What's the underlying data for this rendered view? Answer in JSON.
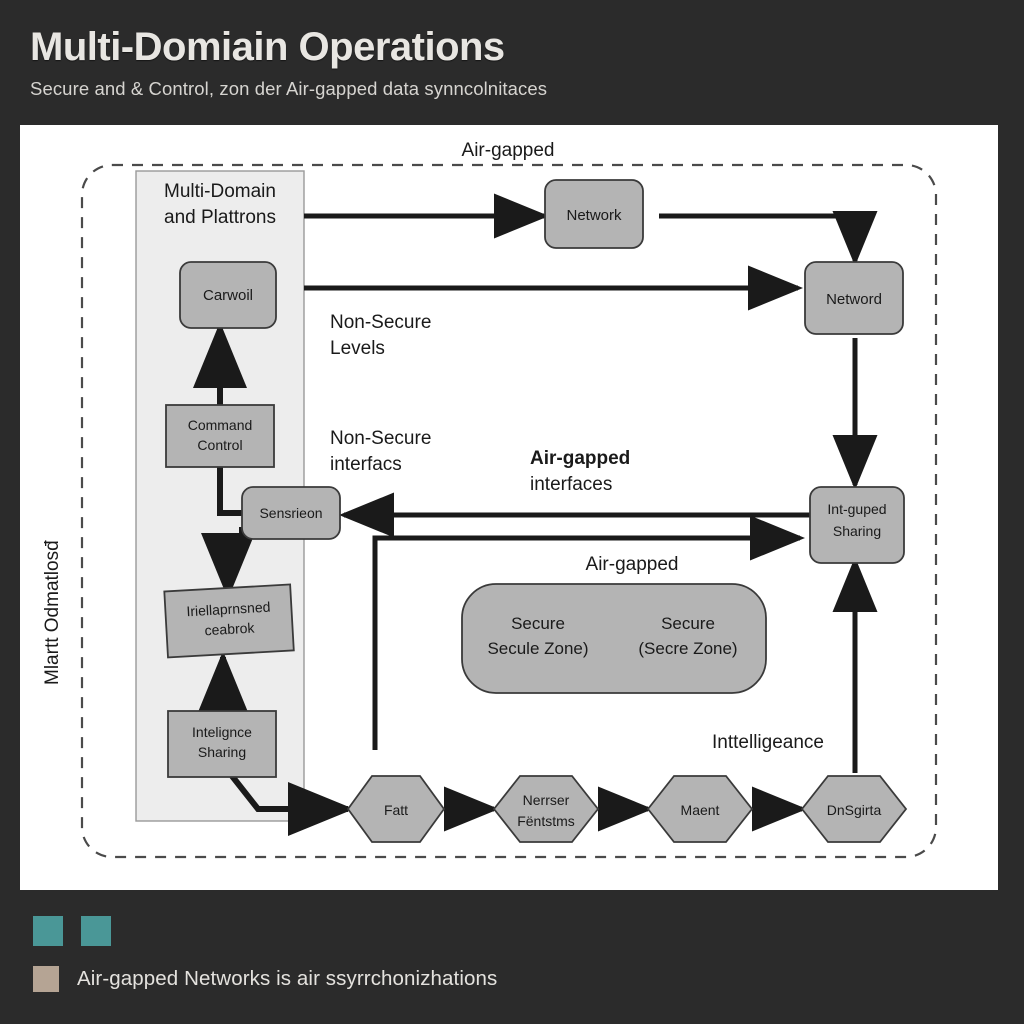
{
  "header": {
    "title": "Multi-Domiain Operations",
    "subtitle": "Secure and & Control, zon der Air-gapped data synncolnitaces"
  },
  "diagram": {
    "top_label": "Air-gapped",
    "left_rotated_label": "Mlartt Odmatlosđ",
    "group_panel": {
      "title_line1": "Multi-Domain",
      "title_line2": "and Plattrons"
    },
    "nodes": [
      {
        "id": "carwoil",
        "label": "Carwoil",
        "shape": "rounded-rect"
      },
      {
        "id": "command-control",
        "label_line1": "Command",
        "label_line2": "Control",
        "shape": "rect"
      },
      {
        "id": "sensor",
        "label": "Sensrieon",
        "shape": "rounded-rect"
      },
      {
        "id": "intel-network",
        "label_line1": "Iriellaprnsned",
        "label_line2": "ceabrok",
        "shape": "skew-rect"
      },
      {
        "id": "intelligence-sharing",
        "label_line1": "Intelignce",
        "label_line2": "Sharing",
        "shape": "rect"
      },
      {
        "id": "network-top",
        "label": "Network",
        "shape": "rounded-rect"
      },
      {
        "id": "network-right",
        "label": "Netword",
        "shape": "rounded-rect"
      },
      {
        "id": "intgaped-sharing",
        "label_line1": "Int-guped",
        "label_line2": "Sharing",
        "shape": "rounded-rect"
      }
    ],
    "secure_zone": {
      "caption": "Air-gapped",
      "left_line1": "Secure",
      "left_line2": "Secule Zone)",
      "right_line1": "Secure",
      "right_line2": "(Secre Zone)"
    },
    "annotations": [
      {
        "id": "non-secure-levels",
        "line1": "Non-Secure",
        "line2": "Levels"
      },
      {
        "id": "non-secure-interfaces",
        "line1": "Non-Secure",
        "line2": "interfacs"
      },
      {
        "id": "air-gapped-interfaces",
        "line1": "Air-gapped",
        "line2": "interfaces"
      },
      {
        "id": "intelligence",
        "line1": "Inttelligeance"
      }
    ],
    "pipeline": [
      {
        "id": "hex-1",
        "label": "Fatt"
      },
      {
        "id": "hex-2",
        "label_line1": "Nerrser",
        "label_line2": "Fëntstms"
      },
      {
        "id": "hex-3",
        "label": "Maent"
      },
      {
        "id": "hex-4",
        "label": "DnSgirta"
      }
    ]
  },
  "legend": {
    "swatches_top": [
      {
        "id": "swatch-teal-1",
        "color": "#4a9797"
      },
      {
        "id": "swatch-teal-2",
        "color": "#4a9797"
      }
    ],
    "row": {
      "swatch": {
        "id": "swatch-tan",
        "color": "#b5a494"
      },
      "text": "Air-gapped Networks is air ssyrrchonizhations"
    }
  },
  "colors": {
    "page_bg": "#2b2b2b",
    "canvas_bg": "#ffffff",
    "node_fill": "#b4b4b4",
    "panel_fill": "#ededed",
    "stroke": "#1a1a1a",
    "teal": "#4a9797",
    "tan": "#b5a494"
  }
}
